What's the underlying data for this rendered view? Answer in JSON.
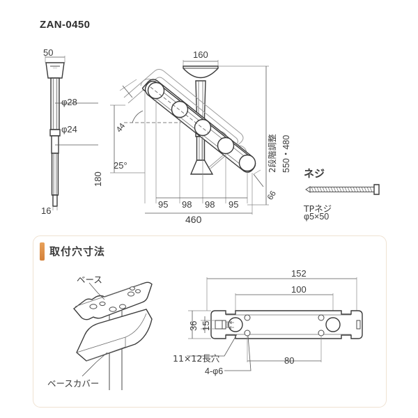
{
  "product": {
    "title": "ZAN-0450"
  },
  "pole_view": {
    "label_top_width": "50",
    "label_diameter_upper": "φ28",
    "label_diameter_lower": "φ24",
    "label_bottom_width": "16"
  },
  "main_view": {
    "label_ceiling_plate_width": "160",
    "label_height_adjust_note": "2段階調整",
    "label_height_values": "550・480",
    "label_arm_thickness": "44",
    "label_arm_angle": "25°",
    "label_arm_drop": "180",
    "label_arm_end_width": "66",
    "segment_labels": [
      "95",
      "98",
      "98",
      "95"
    ],
    "label_total_length": "460"
  },
  "screw_section": {
    "heading": "ネジ",
    "type_label": "TPネジ",
    "size_label": "φ5×50"
  },
  "mounting_panel": {
    "heading": "取付穴寸法",
    "illustration": {
      "label_base": "ベース",
      "label_base_cover": "ベースカバー"
    },
    "plate_drawing": {
      "label_outer_width": "152",
      "label_hole_span": "100",
      "label_outer_height": "36",
      "label_inner_height": "15",
      "label_lower_span": "80",
      "label_slot": "11×12長穴",
      "label_holes": "4-φ6"
    }
  },
  "colors": {
    "accent": "#d4813a",
    "panel_border": "#efe2d2",
    "line": "#4a4a4a",
    "text": "#2b2b2b"
  }
}
